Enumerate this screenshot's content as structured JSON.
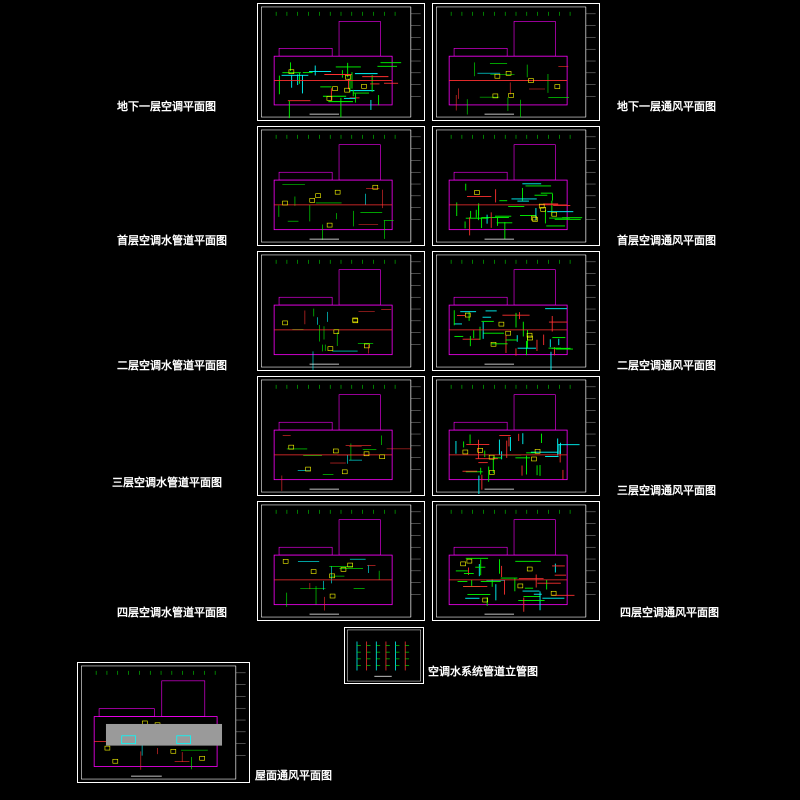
{
  "sheets": [
    {
      "id": "b1-ac",
      "label": "地下一层空调平面图"
    },
    {
      "id": "b1-vent",
      "label": "地下一层通风平面图"
    },
    {
      "id": "f1-water",
      "label": "首层空调水管道平面图"
    },
    {
      "id": "f1-vent",
      "label": "首层空调通风平面图"
    },
    {
      "id": "f2-water",
      "label": "二层空调水管道平面图"
    },
    {
      "id": "f2-vent",
      "label": "二层空调通风平面图"
    },
    {
      "id": "f3-water",
      "label": "三层空调水管道平面图"
    },
    {
      "id": "f3-vent",
      "label": "三层空调通风平面图"
    },
    {
      "id": "f4-water",
      "label": "四层空调水管道平面图"
    },
    {
      "id": "f4-vent",
      "label": "四层空调通风平面图"
    },
    {
      "id": "riser",
      "label": "空调水系统管道立管图"
    },
    {
      "id": "roof-vent",
      "label": "屋面通风平面图"
    }
  ],
  "colors": {
    "background": "#000000",
    "frame": "#ffffff",
    "wall": "#ff00ff",
    "duct": "#00ff00",
    "pipe": "#ff3030",
    "grid": "#00ffff",
    "accent": "#ffff00",
    "slab": "#9a9a9a"
  }
}
